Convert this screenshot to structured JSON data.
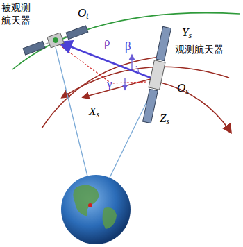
{
  "diagram": {
    "labels": [
      "被观测航天器",
      "Ot",
      "ρ",
      "β",
      "Ys",
      "观测航天器",
      "γ",
      "Xs",
      "Os",
      "Zs"
    ]
  }
}
